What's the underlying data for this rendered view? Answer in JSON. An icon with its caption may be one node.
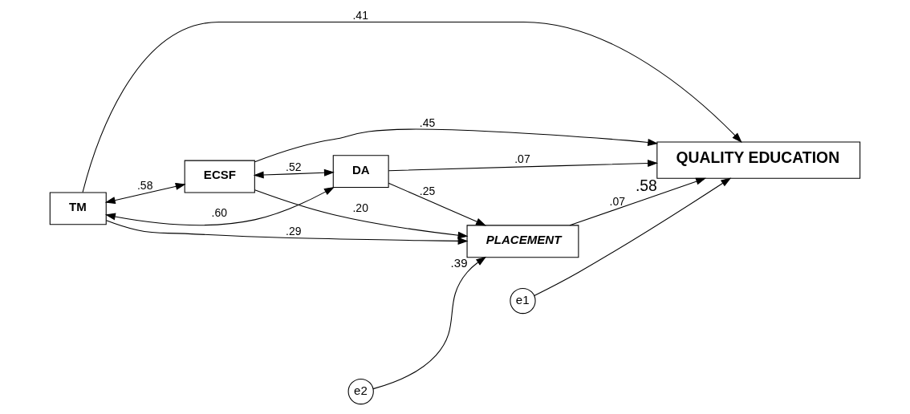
{
  "diagram": {
    "nodes": [
      {
        "text": [
          "TM"
        ]
      },
      {
        "text": [
          "ECSF"
        ]
      },
      {
        "text": [
          "PLACEMENT"
        ],
        "beside": [
          ".39"
        ]
      },
      {
        "text": [
          "QUALITY EDUCATION"
        ],
        "beside": [
          ".58"
        ]
      },
      {
        "text": [
          "DA"
        ]
      },
      {
        "text": [
          "e1"
        ]
      },
      {
        "text": [
          "e2"
        ]
      }
    ],
    "edges": [
      {
        "from": 0,
        "to": 1,
        "arrow": "both",
        "label": ".58"
      },
      {
        "from": 1,
        "to": 4,
        "arrow": "both",
        "label": ".52"
      },
      {
        "from": 0,
        "to": 4,
        "arrow": "both",
        "label": ".60"
      },
      {
        "from": 0,
        "to": 3,
        "arrow": "to",
        "label": ".41"
      },
      {
        "from": 0,
        "to": 2,
        "arrow": "to",
        "label": ".29"
      },
      {
        "from": 1,
        "to": 3,
        "arrow": "to",
        "label": ".45"
      },
      {
        "from": 1,
        "to": 2,
        "arrow": "to",
        "label": ".20"
      },
      {
        "from": 2,
        "to": 3,
        "arrow": "to",
        "label": ".07"
      },
      {
        "from": 4,
        "to": 2,
        "arrow": "to",
        "label": ".25"
      },
      {
        "from": 4,
        "to": 3,
        "arrow": "to",
        "label": ".07"
      },
      {
        "from": 5,
        "to": 3,
        "arrow": "to"
      },
      {
        "from": 6,
        "to": 2,
        "arrow": "to"
      }
    ]
  }
}
